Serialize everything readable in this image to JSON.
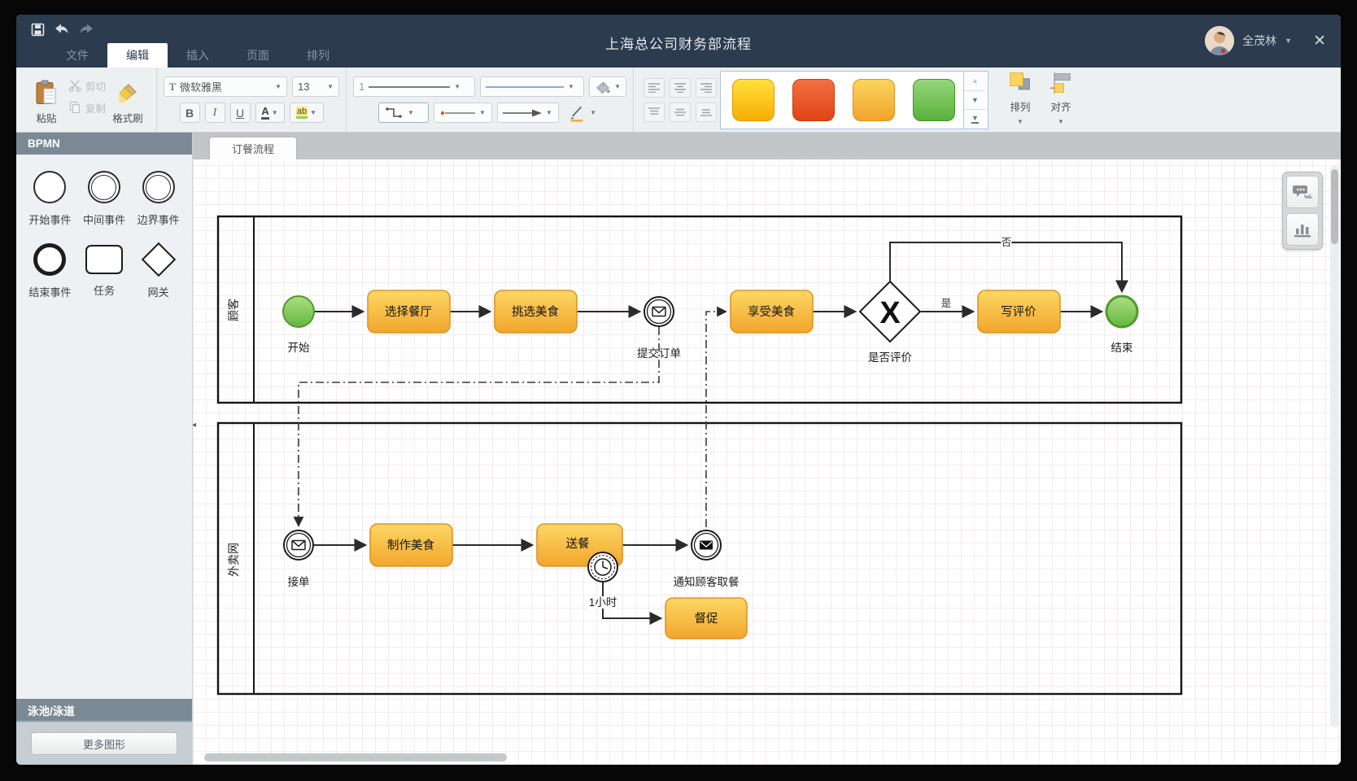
{
  "window": {
    "title": "上海总公司财务部流程",
    "user_name": "全茂林",
    "close_label": "✕"
  },
  "menu": {
    "tabs": [
      "文件",
      "编辑",
      "插入",
      "页面",
      "排列"
    ],
    "active_tab": "编辑"
  },
  "toolbar": {
    "paste_label": "粘贴",
    "cut_label": "剪切",
    "copy_label": "复制",
    "format_painter_label": "格式刷",
    "font_name": "微软雅黑",
    "font_size": "13",
    "line_width_value": "1",
    "bold_label": "B",
    "italic_label": "I",
    "underline_label": "U",
    "font_color_label": "A",
    "highlight_label": "ab",
    "arrange_label": "排列",
    "align_label": "对齐",
    "swatch_colors": [
      "#f9ae00",
      "#e04414",
      "#f1a42e",
      "#57b23a"
    ]
  },
  "sidebar": {
    "bpmn_section_title": "BPMN",
    "shapes": [
      {
        "label": "开始事件"
      },
      {
        "label": "中间事件"
      },
      {
        "label": "边界事件"
      },
      {
        "label": "结束事件"
      },
      {
        "label": "任务"
      },
      {
        "label": "网关"
      }
    ],
    "pool_section_title": "泳池/泳道",
    "more_shapes_label": "更多图形"
  },
  "canvas": {
    "tab_label": "订餐流程"
  },
  "diagram": {
    "pools": [
      {
        "lane_label": "顾客"
      },
      {
        "lane_label": "外卖网"
      }
    ],
    "nodes": {
      "start": "开始",
      "choose_restaurant": "选择餐厅",
      "pick_food": "挑选美食",
      "submit_order": "提交订单",
      "enjoy_food": "享受美食",
      "review_gateway": "是否评价",
      "gateway_symbol": "X",
      "write_review": "写评价",
      "end": "结束",
      "accept_order": "接单",
      "cook_food": "制作美食",
      "deliver": "送餐",
      "timer": "1小时",
      "notify_customer": "通知顾客取餐",
      "urge": "督促"
    },
    "edge_labels": {
      "yes": "是",
      "no": "否"
    },
    "colors": {
      "task_fill_top": "#fcd765",
      "task_fill_bottom": "#f2a62c",
      "task_border": "#de9425",
      "event_green": "#63b83e",
      "edge": "#2b2b2b"
    }
  }
}
